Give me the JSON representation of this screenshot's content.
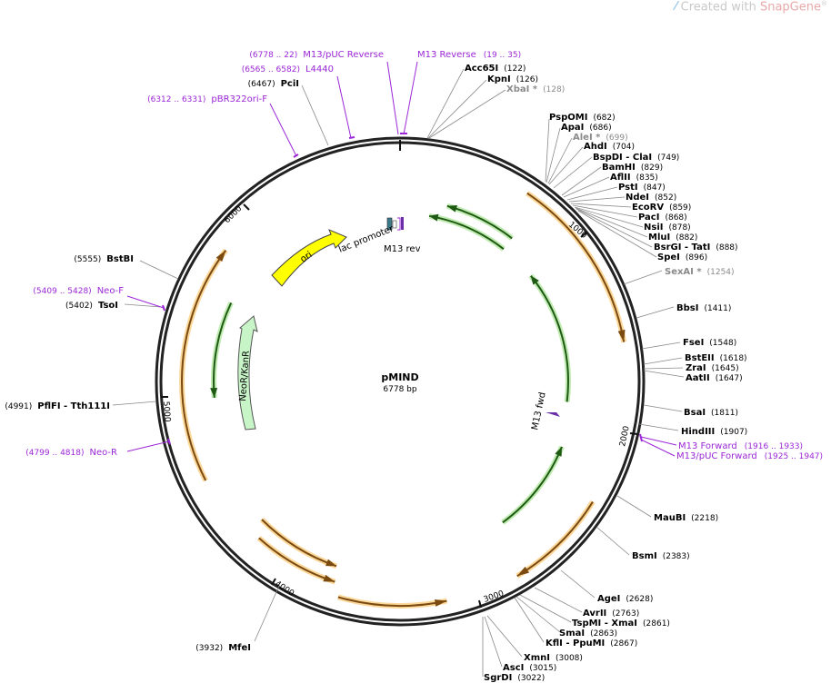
{
  "watermark": {
    "prefix": "Created with ",
    "brand": "SnapGene",
    "mark": "®"
  },
  "plasmid": {
    "name": "pMIND",
    "length_label": "6778 bp",
    "length": 6778
  },
  "colors": {
    "backbone": "#222222",
    "primer": "#9b27d6",
    "site_line": "#888888",
    "orf": "#f2a93b",
    "green": "#2e7d1e",
    "ori": "#ffff00",
    "neo": "#c8f5c8"
  },
  "ticks": [
    "1000",
    "2000",
    "3000",
    "4000",
    "5000",
    "6000"
  ],
  "sites": [
    {
      "name": "Acc65I",
      "pos": "(122)",
      "grey": false
    },
    {
      "name": "KpnI",
      "pos": "(126)",
      "grey": false
    },
    {
      "name": "XbaI *",
      "pos": "(128)",
      "grey": true
    },
    {
      "name": "PspOMI",
      "pos": "(682)",
      "grey": false
    },
    {
      "name": "ApaI",
      "pos": "(686)",
      "grey": false
    },
    {
      "name": "AleI *",
      "pos": "(699)",
      "grey": true
    },
    {
      "name": "AhdI",
      "pos": "(704)",
      "grey": false
    },
    {
      "name": "BspDI - ClaI",
      "pos": "(749)",
      "grey": false
    },
    {
      "name": "BamHI",
      "pos": "(829)",
      "grey": false
    },
    {
      "name": "AflII",
      "pos": "(835)",
      "grey": false
    },
    {
      "name": "PstI",
      "pos": "(847)",
      "grey": false
    },
    {
      "name": "NdeI",
      "pos": "(852)",
      "grey": false
    },
    {
      "name": "EcoRV",
      "pos": "(859)",
      "grey": false
    },
    {
      "name": "PacI",
      "pos": "(868)",
      "grey": false
    },
    {
      "name": "NsiI",
      "pos": "(878)",
      "grey": false
    },
    {
      "name": "MluI",
      "pos": "(882)",
      "grey": false
    },
    {
      "name": "BsrGI - TatI",
      "pos": "(888)",
      "grey": false
    },
    {
      "name": "SpeI",
      "pos": "(896)",
      "grey": false
    },
    {
      "name": "SexAI *",
      "pos": "(1254)",
      "grey": true
    },
    {
      "name": "BbsI",
      "pos": "(1411)",
      "grey": false
    },
    {
      "name": "FseI",
      "pos": "(1548)",
      "grey": false
    },
    {
      "name": "BstEII",
      "pos": "(1618)",
      "grey": false
    },
    {
      "name": "ZraI",
      "pos": "(1645)",
      "grey": false
    },
    {
      "name": "AatII",
      "pos": "(1647)",
      "grey": false
    },
    {
      "name": "BsaI",
      "pos": "(1811)",
      "grey": false
    },
    {
      "name": "HindIII",
      "pos": "(1907)",
      "grey": false
    },
    {
      "name": "MauBI",
      "pos": "(2218)",
      "grey": false
    },
    {
      "name": "BsmI",
      "pos": "(2383)",
      "grey": false
    },
    {
      "name": "AgeI",
      "pos": "(2628)",
      "grey": false
    },
    {
      "name": "AvrII",
      "pos": "(2763)",
      "grey": false
    },
    {
      "name": "TspMI - XmaI",
      "pos": "(2861)",
      "grey": false
    },
    {
      "name": "SmaI",
      "pos": "(2863)",
      "grey": false
    },
    {
      "name": "KflI - PpuMI",
      "pos": "(2867)",
      "grey": false
    },
    {
      "name": "XmnI",
      "pos": "(3008)",
      "grey": false
    },
    {
      "name": "AscI",
      "pos": "(3015)",
      "grey": false
    },
    {
      "name": "SgrDI",
      "pos": "(3022)",
      "grey": false
    },
    {
      "name": "MfeI",
      "pos": "(3932)",
      "grey": false
    },
    {
      "name": "PflFI - Tth111I",
      "pos": "(4991)",
      "grey": false
    },
    {
      "name": "TsoI",
      "pos": "(5402)",
      "grey": false
    },
    {
      "name": "BstBI",
      "pos": "(5555)",
      "grey": false
    },
    {
      "name": "PciI",
      "pos": "(6467)",
      "grey": false
    }
  ],
  "primers": [
    {
      "name": "M13/pUC Reverse",
      "pos": "(6778 .. 22)"
    },
    {
      "name": "L4440",
      "pos": "(6565 .. 6582)"
    },
    {
      "name": "pBR322ori-F",
      "pos": "(6312 .. 6331)"
    },
    {
      "name": "M13 Reverse",
      "pos": "(19 .. 35)"
    },
    {
      "name": "Neo-F",
      "pos": "(5409 .. 5428)"
    },
    {
      "name": "Neo-R",
      "pos": "(4799 .. 4818)"
    },
    {
      "name": "M13 Forward",
      "pos": "(1916 .. 1933)"
    },
    {
      "name": "M13/pUC Forward",
      "pos": "(1925 .. 1947)"
    }
  ],
  "features": {
    "ori": "ori",
    "neo": "NeoR/KanR",
    "lac": "lac promoter",
    "m13rev": "M13 rev",
    "m13fwd": "M13 fwd"
  }
}
